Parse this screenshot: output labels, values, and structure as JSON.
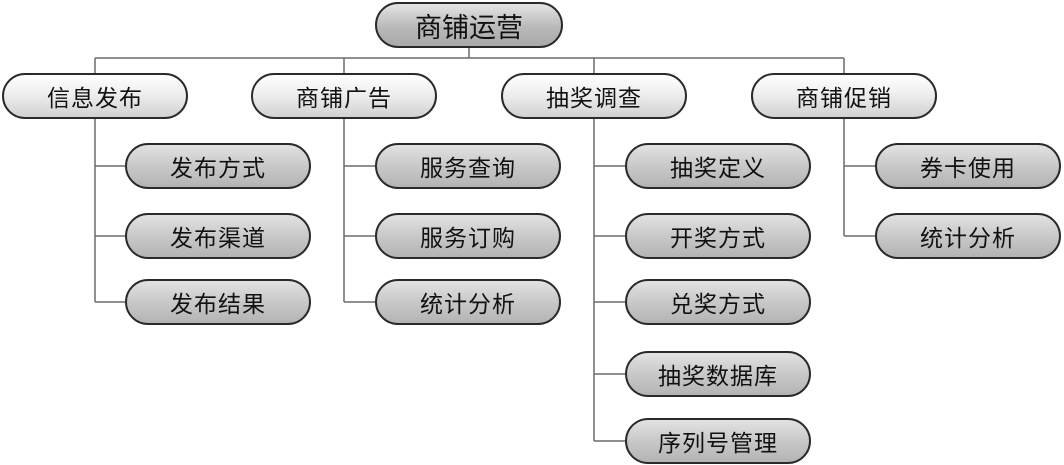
{
  "diagram": {
    "root": {
      "label": "商铺运营"
    },
    "categories": [
      {
        "label": "信息发布",
        "children": [
          "发布方式",
          "发布渠道",
          "发布结果"
        ]
      },
      {
        "label": "商铺广告",
        "children": [
          "服务查询",
          "服务订购",
          "统计分析"
        ]
      },
      {
        "label": "抽奖调查",
        "children": [
          "抽奖定义",
          "开奖方式",
          "兑奖方式",
          "抽奖数据库",
          "序列号管理"
        ]
      },
      {
        "label": "商铺促销",
        "children": [
          "券卡使用",
          "统计分析"
        ]
      }
    ]
  }
}
